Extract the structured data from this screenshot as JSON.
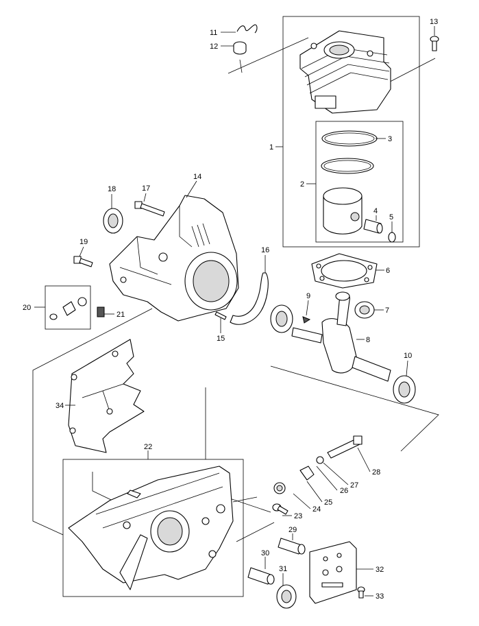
{
  "labels": {
    "p1": "1",
    "p2": "2",
    "p3": "3",
    "p4": "4",
    "p5": "5",
    "p6": "6",
    "p7": "7",
    "p8": "8",
    "p9": "9",
    "p10": "10",
    "p11": "11",
    "p12": "12",
    "p13": "13",
    "p14": "14",
    "p15": "15",
    "p16": "16",
    "p17": "17",
    "p18": "18",
    "p19": "19",
    "p20": "20",
    "p21": "21",
    "p22": "22",
    "p23": "23",
    "p24": "24",
    "p25": "25",
    "p26": "26",
    "p27": "27",
    "p28": "28",
    "p29": "29",
    "p30": "30",
    "p31": "31",
    "p32": "32",
    "p33": "33",
    "p34": "34"
  }
}
